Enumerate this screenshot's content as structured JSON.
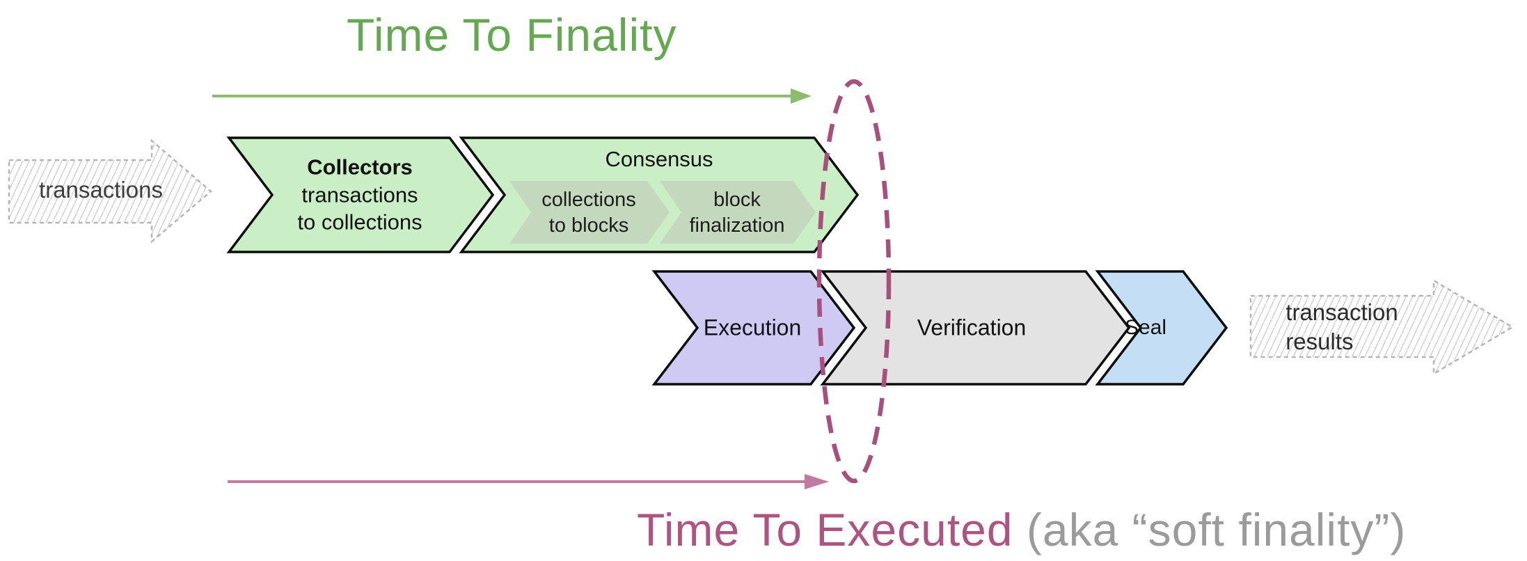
{
  "diagram": {
    "top_title": "Time To Finality",
    "bottom_title_highlight": "Time To Executed",
    "bottom_title_suffix": " (aka “soft finality”)",
    "input_arrow": {
      "label": "transactions"
    },
    "output_arrow": {
      "label_line1": "transaction",
      "label_line2": "results"
    },
    "stages": {
      "collectors": {
        "title": "Collectors",
        "subtitle_line1": "transactions",
        "subtitle_line2": "to collections"
      },
      "consensus": {
        "title": "Consensus",
        "substages": [
          {
            "line1": "collections",
            "line2": "to blocks"
          },
          {
            "line1": "block",
            "line2": "finalization"
          }
        ]
      },
      "execution": {
        "title": "Execution"
      },
      "verification": {
        "title": "Verification"
      },
      "seal": {
        "title": "Seal"
      }
    },
    "colors": {
      "finality_green_text": "#64a852",
      "finality_green_arrow": "#8cbd6e",
      "executed_pink_text": "#ad5480",
      "executed_pink_arrow": "#c27ba0",
      "ellipse_maroon": "#a8507c",
      "stage_green_fill": "#caefc6",
      "substage_green_fill": "#c3d8bd",
      "execution_lavender_fill": "#cfcaf3",
      "verification_gray_fill": "#e3e3e3",
      "seal_blue_fill": "#c4def5",
      "suffix_gray_text": "#9b9b9b",
      "outline_black": "#0d0d0d",
      "sketch_gray": "#b5b5b5"
    }
  }
}
